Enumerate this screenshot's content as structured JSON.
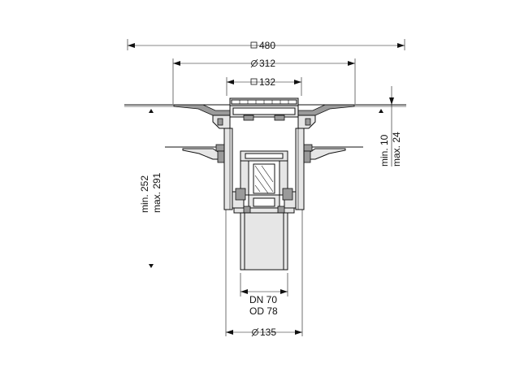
{
  "dimensions": {
    "square_480": "480",
    "diameter_312": "312",
    "square_132": "132",
    "min_10": "min. 10",
    "max_24": "max. 24",
    "min_252": "min. 252",
    "max_291": "max. 291",
    "dn_70": "DN 70",
    "od_78": "OD 78",
    "diameter_135": "135"
  },
  "symbols": {
    "square": "square-symbol",
    "diameter": "diameter-symbol"
  },
  "colors": {
    "line": "#111111",
    "fill_light": "#e6e6e6",
    "fill_dark": "#9a9a9a"
  }
}
